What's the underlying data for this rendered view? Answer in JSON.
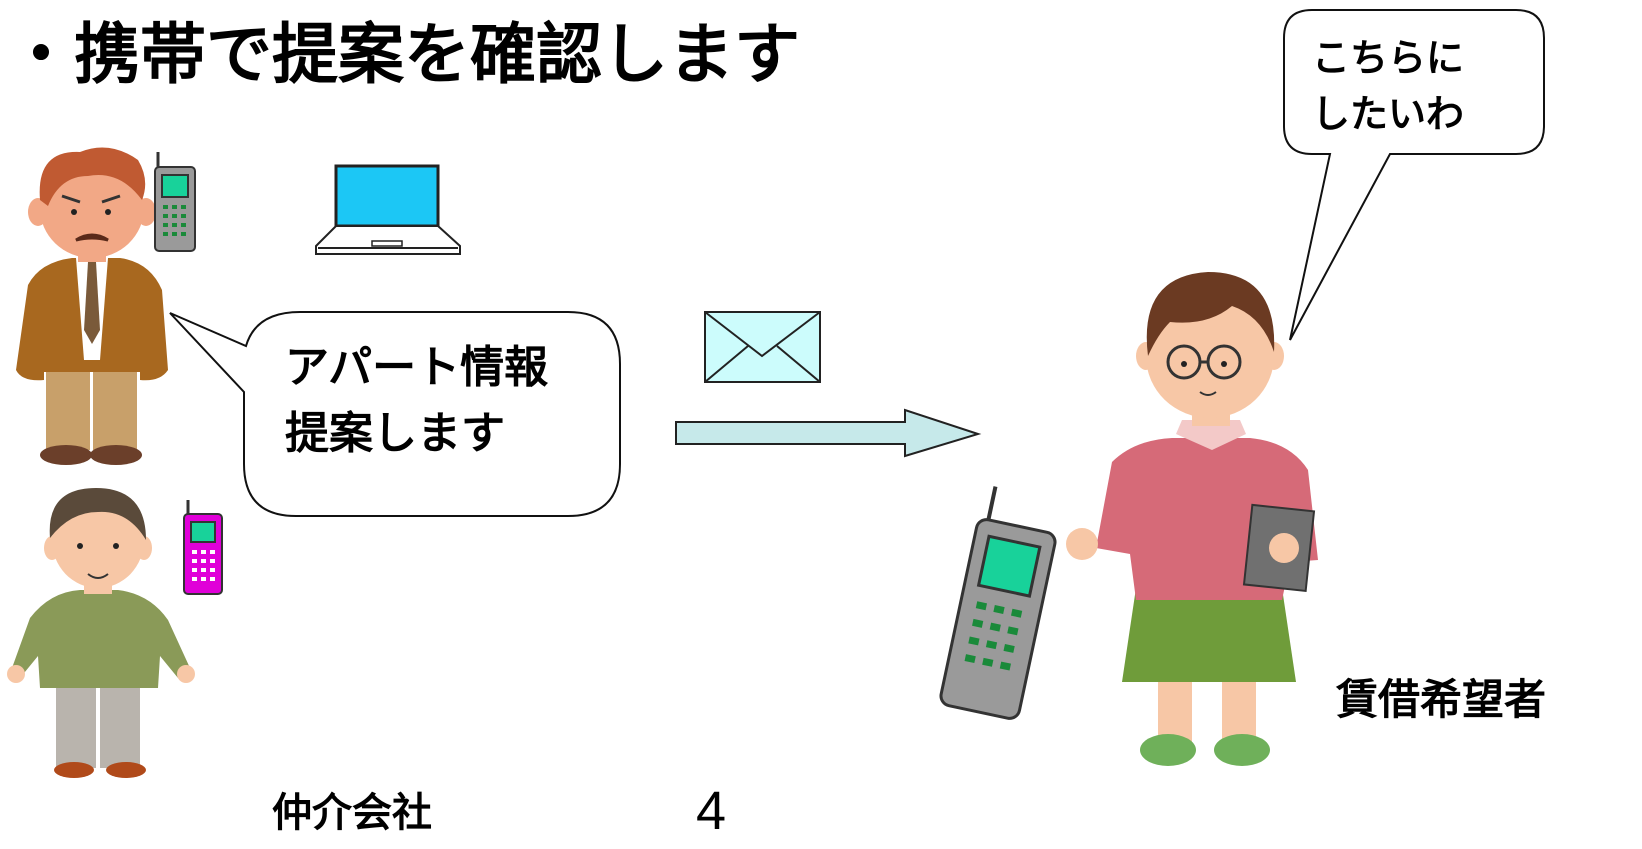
{
  "slide": {
    "title": "・携帯で提案を確認します",
    "page_number": "4"
  },
  "agency": {
    "speech_line1": "アパート情報",
    "speech_line2": "提案します",
    "label": "仲介会社"
  },
  "renter": {
    "speech_line1": "こちらに",
    "speech_line2": "したいわ",
    "label": "賃借希望者"
  },
  "colors": {
    "arrow_fill": "#c6e9ea",
    "envelope_fill": "#ccfcfc",
    "laptop_screen": "#1cc7f5",
    "agent_jacket": "#a8681f",
    "agent_hair": "#c05a32",
    "staff_shirt": "#8a9a58",
    "staff_phone": "#e000d8",
    "renter_sweater": "#d66a78",
    "renter_skirt": "#6f9c3a",
    "phone_screen": "#18d29a"
  },
  "icons": [
    "laptop-icon",
    "envelope-icon",
    "arrow-icon",
    "mobile-phone-icon"
  ]
}
